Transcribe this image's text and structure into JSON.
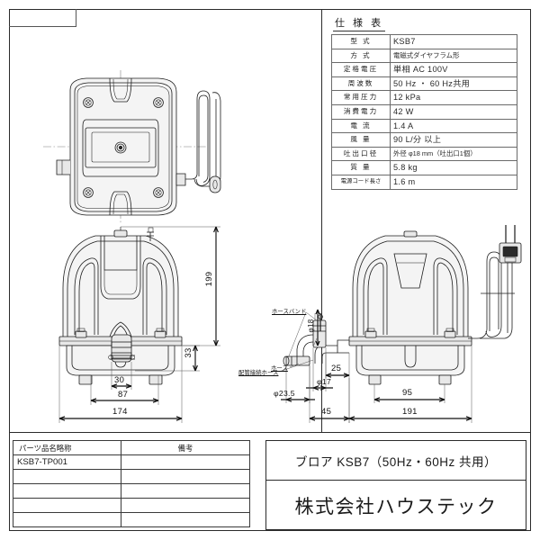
{
  "document": {
    "kind": "technical-drawing",
    "spec_table": {
      "title": "仕 様 表",
      "rows": [
        {
          "key": "型  式",
          "value": "KSB7"
        },
        {
          "key": "方  式",
          "value": "電磁式ダイヤフラム形"
        },
        {
          "key": "定格電圧",
          "value": "単相 AC 100V"
        },
        {
          "key": "周波数",
          "value": "50 Hz ・ 60 Hz共用"
        },
        {
          "key": "常用圧力",
          "value": "12 kPa"
        },
        {
          "key": "消費電力",
          "value": "42 W"
        },
        {
          "key": "電  流",
          "value": "1.4 A"
        },
        {
          "key": "風  量",
          "value": "90 L/分 以上"
        },
        {
          "key": "吐出口径",
          "value": "外径 φ18 mm（吐出口1個）"
        },
        {
          "key": "質  量",
          "value": "5.8 kg"
        },
        {
          "key": "電源コード長さ",
          "value": "1.6 m"
        }
      ]
    },
    "parts_table": {
      "headers": [
        "パーツ品名略称",
        "備考"
      ],
      "rows": [
        {
          "name": "KSB7-TP001",
          "note": ""
        },
        {
          "name": "",
          "note": ""
        },
        {
          "name": "",
          "note": ""
        },
        {
          "name": "",
          "note": ""
        },
        {
          "name": "",
          "note": ""
        }
      ]
    },
    "title_block": {
      "product": "ブロア KSB7（50Hz・60Hz 共用）",
      "company": "株式会社ハウステック"
    },
    "dimensions": {
      "front_height": "199",
      "front_nozzle_drop": "33",
      "front_30": "30",
      "front_87": "87",
      "front_174": "174",
      "side_25": "25",
      "side_45": "45",
      "side_95": "95",
      "side_191": "191",
      "dia_18": "φ18",
      "dia_17": "φ17",
      "dia_235": "φ23.5"
    },
    "callouts": {
      "hose_band": "ホースバンド",
      "hose": "ホース",
      "pipe_connect_hose": "配管接続ホース"
    }
  }
}
